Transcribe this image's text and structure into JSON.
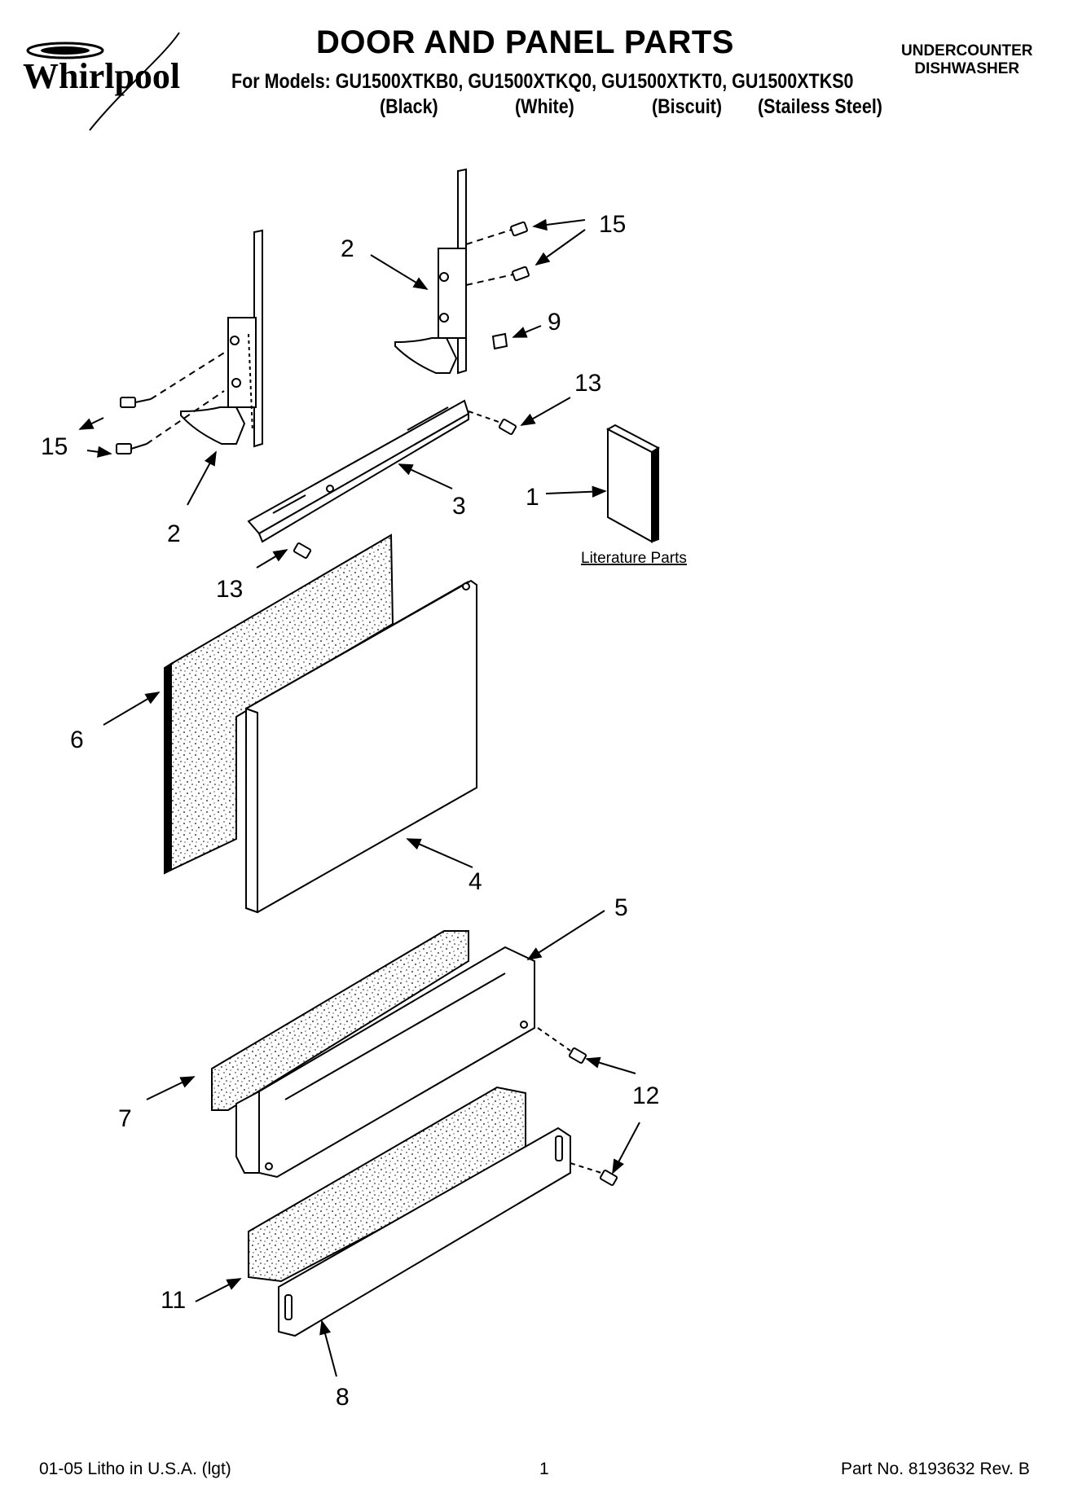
{
  "header": {
    "brand": "Whirlpool",
    "title": "DOOR AND PANEL PARTS",
    "models_line": "For Models: GU1500XTKB0, GU1500XTKQ0, GU1500XTKT0, GU1500XTKS0",
    "finishes": [
      "(Black)",
      "(White)",
      "(Biscuit)",
      "(Stailess Steel)"
    ],
    "category_line1": "UNDERCOUNTER",
    "category_line2": "DISHWASHER"
  },
  "callouts": {
    "c1": "1",
    "c2a": "2",
    "c2b": "2",
    "c3": "3",
    "c4": "4",
    "c5": "5",
    "c6": "6",
    "c7": "7",
    "c8": "8",
    "c9": "9",
    "c11": "11",
    "c12": "12",
    "c13a": "13",
    "c13b": "13",
    "c15a": "15",
    "c15b": "15"
  },
  "literature_label": "Literature Parts",
  "footer": {
    "litho": "01-05 Litho in U.S.A. (lgt)",
    "page": "1",
    "part_no": "Part No. 8193632 Rev. B"
  }
}
